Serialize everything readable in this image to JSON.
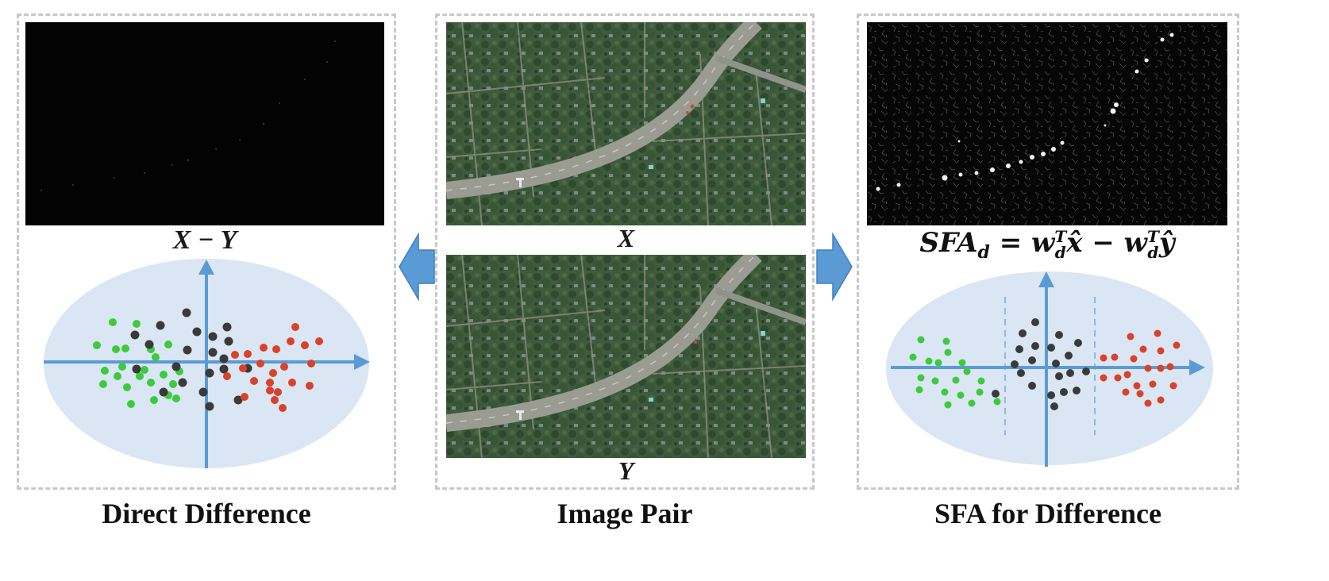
{
  "panels": {
    "left": {
      "image_caption": "X − Y",
      "title": "Direct Difference"
    },
    "center": {
      "top_caption": "X",
      "bottom_caption": "Y",
      "title": "Image Pair"
    },
    "right": {
      "equation": {
        "lhs": "SFA",
        "lhs_sub": "d",
        "eq": " = ",
        "w1": "w",
        "w1_sup": "T",
        "w1_sub": "d",
        "x": "x̂",
        "minus": " − ",
        "w2": "w",
        "w2_sup": "T",
        "w2_sub": "d",
        "y": "ŷ"
      },
      "title": "SFA for Difference"
    }
  },
  "colors": {
    "ellipse_fill": "#dae6f3",
    "axis": "#5b9bd5",
    "arrow": "#5b9bd5",
    "green": "#3ccb3c",
    "gray": "#3a3a3a",
    "red": "#d9412a",
    "divider": "#8fb8e3"
  },
  "icons": {
    "left_arrow": "left-arrow-icon",
    "right_arrow": "right-arrow-icon"
  }
}
